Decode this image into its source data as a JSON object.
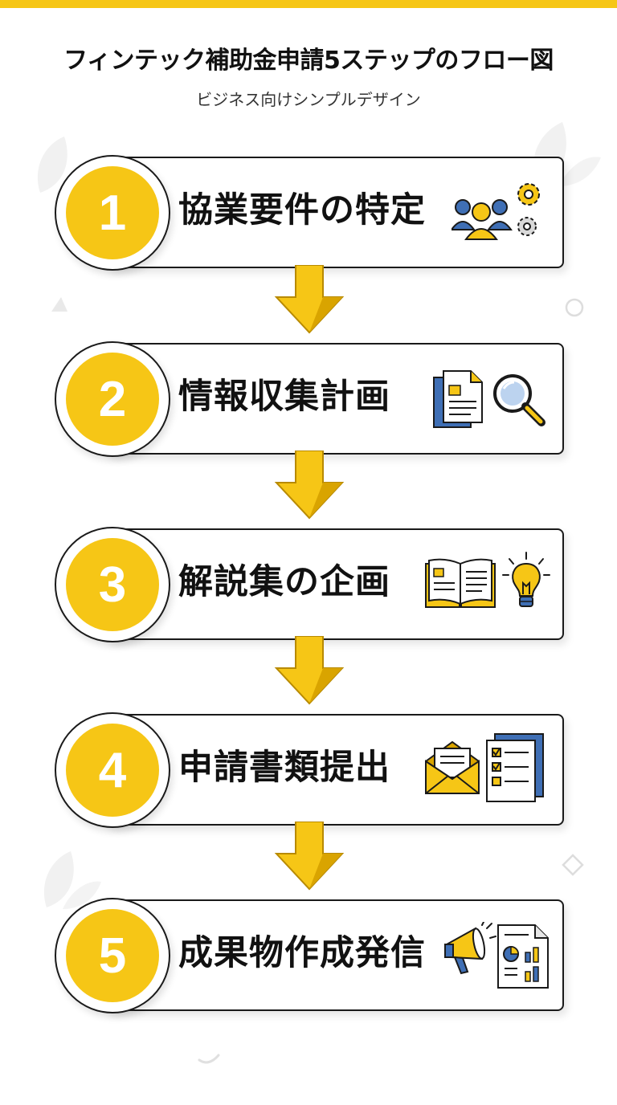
{
  "title": "フィンテック補助金申請5ステップのフロー図",
  "subtitle": "ビジネス向けシンプルデザイン",
  "colors": {
    "accent": "#F6C616",
    "accent_dark": "#D9A400",
    "ink": "#1a1a1a",
    "blue": "#3F6FB5"
  },
  "steps": [
    {
      "number": "1",
      "label": "協業要件の特定",
      "icons": [
        "team-icon",
        "gears-icon"
      ]
    },
    {
      "number": "2",
      "label": "情報収集計画",
      "icons": [
        "document-icon",
        "magnifier-icon"
      ]
    },
    {
      "number": "3",
      "label": "解説集の企画",
      "icons": [
        "open-book-icon",
        "lightbulb-icon"
      ]
    },
    {
      "number": "4",
      "label": "申請書類提出",
      "icons": [
        "envelope-icon",
        "checklist-icon"
      ]
    },
    {
      "number": "5",
      "label": "成果物作成発信",
      "icons": [
        "megaphone-icon",
        "report-chart-icon"
      ]
    }
  ]
}
